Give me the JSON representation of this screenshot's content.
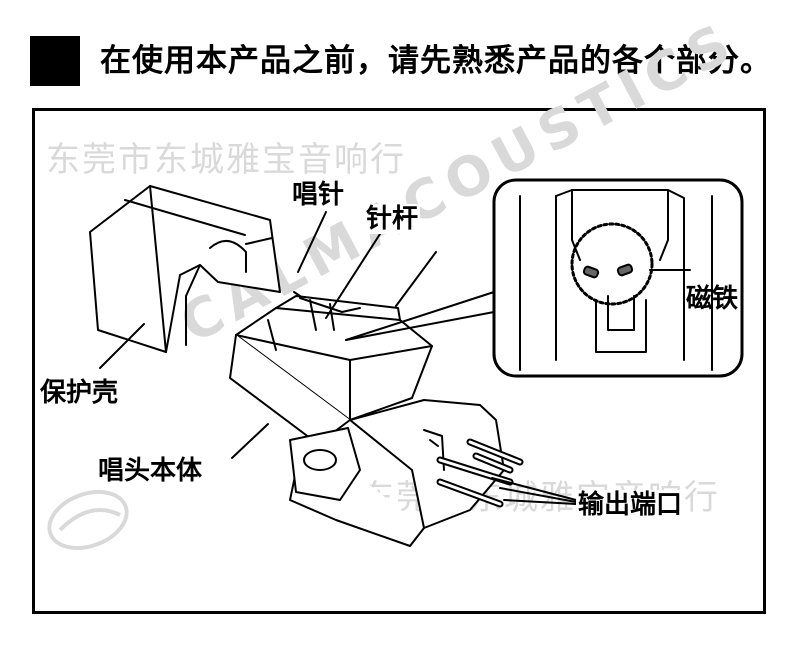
{
  "header": {
    "title": "在使用本产品之前，请先熟悉产品的各个部分。"
  },
  "labels": {
    "stylus": "唱针",
    "cantilever": "针杆",
    "magnet": "磁铁",
    "cover": "保护壳",
    "body": "唱头本体",
    "output": "输出端口"
  },
  "watermarks": {
    "top_text": "东莞市东城雅宝音响行",
    "bottom_text": "东莞市东城雅宝音响行",
    "brand": "CALMACOUSTICS"
  },
  "colors": {
    "line": "#000000",
    "watermark": "#d9d9d9"
  }
}
